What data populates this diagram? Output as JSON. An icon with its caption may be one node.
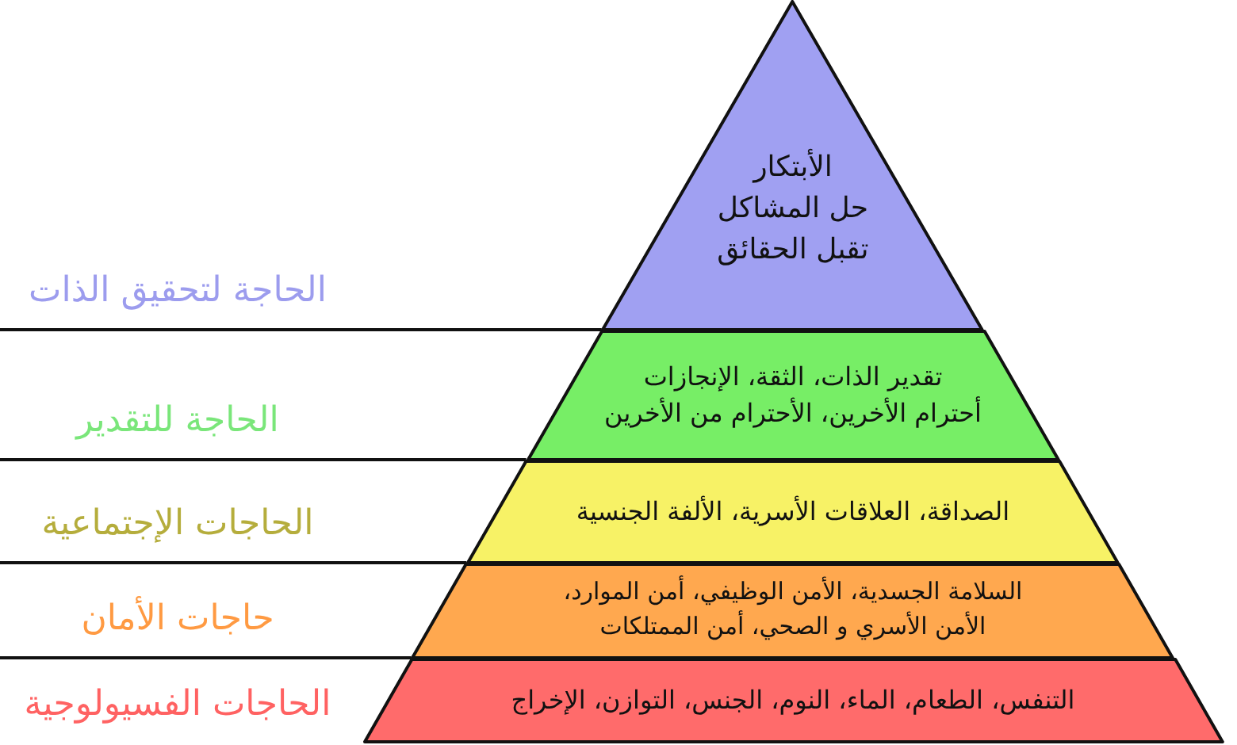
{
  "diagram": {
    "nodes": [
      {
        "text": [
          "الأبتكار",
          "حل المشاكل",
          "تقبل الحقائق"
        ]
      },
      {
        "text": [
          "تقدير الذات، الثقة، الإنجازات",
          "أحترام الأخرين، الأحترام من الأخرين"
        ]
      },
      {
        "text": [
          "الصداقة، العلاقات الأسرية، الألفة الجنسية"
        ]
      },
      {
        "text": [
          "السلامة الجسدية، الأمن الوظيفي، أمن الموارد، الأمن الأسري و الصحي، أمن الممتلكات"
        ]
      },
      {
        "text": [
          "التنفس، الطعام، الماء، النوم، الجنس، التوازن، الإخراج"
        ]
      }
    ],
    "labels": [
      "الحاجة لتحقيق الذات",
      "الحاجة للتقدير",
      "الحاجات الإجتماعية",
      "حاجات الأمان",
      "الحاجات الفسيولوجية"
    ]
  }
}
